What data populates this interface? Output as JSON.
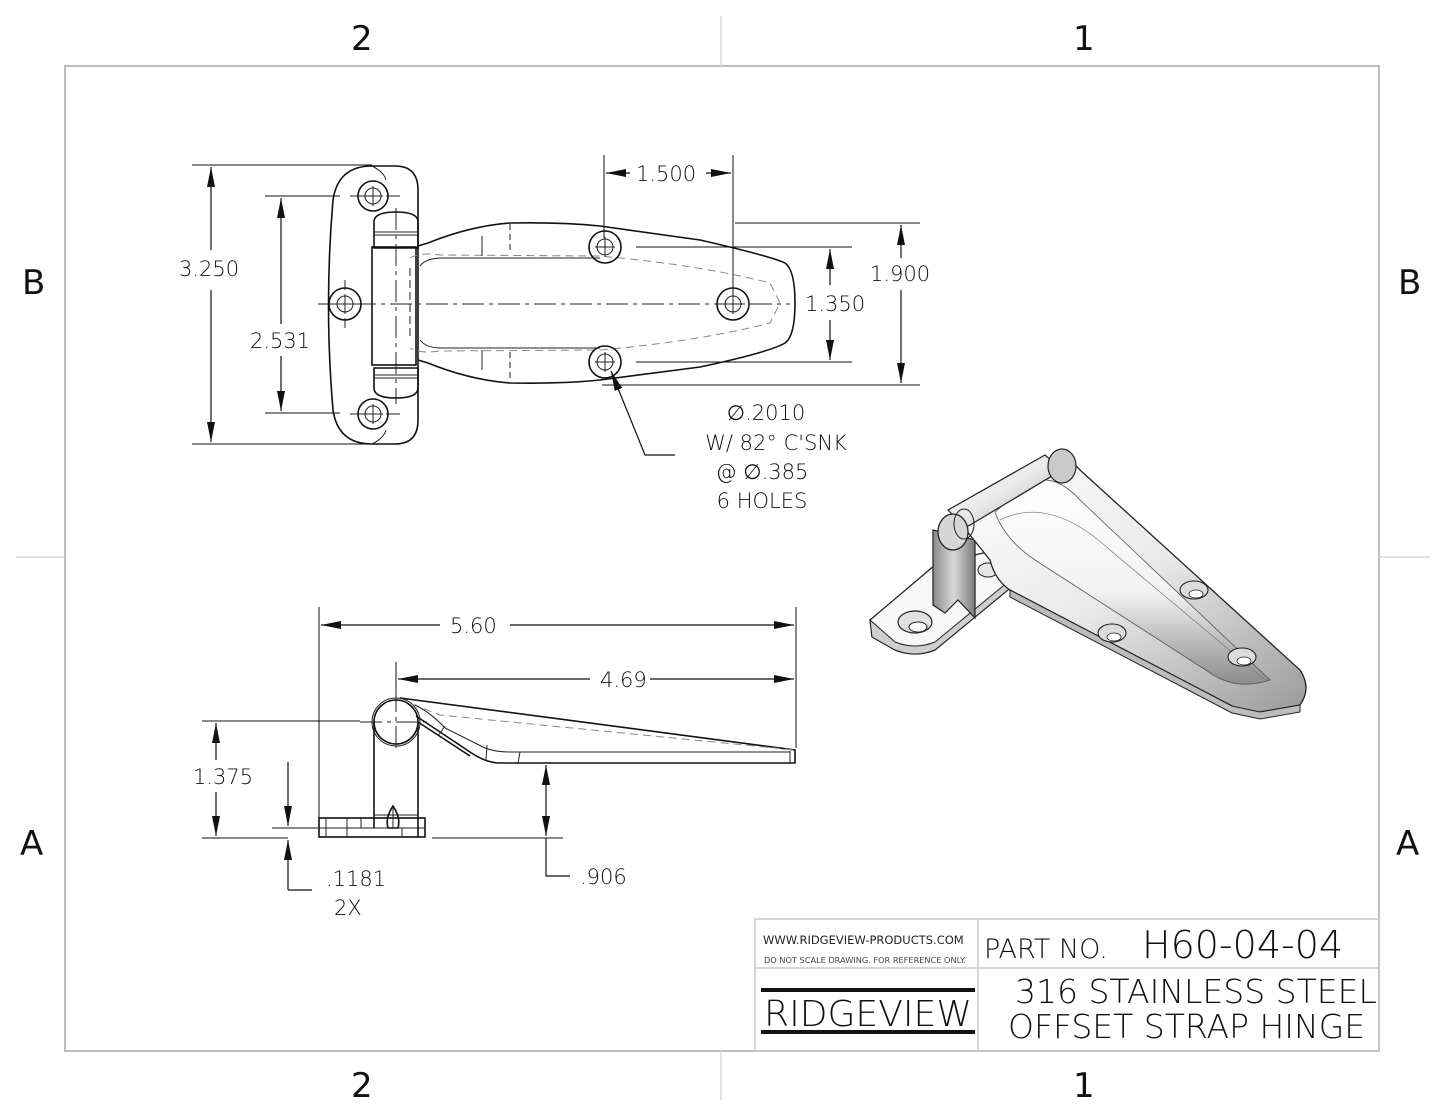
{
  "sheet": {
    "zones": {
      "columns_top": [
        "2",
        "1"
      ],
      "columns_bottom": [
        "2",
        "1"
      ],
      "rows_left": [
        "B",
        "A"
      ],
      "rows_right": [
        "B",
        "A"
      ]
    }
  },
  "top_view": {
    "dimensions": {
      "overall_height": "3.250",
      "hole_spacing_vertical": "2.531",
      "hole_spacing_horizontal": "1.500",
      "strap_hole_spacing": "1.350",
      "strap_width": "1.900"
    },
    "hole_callout": {
      "line1": "∅.2010",
      "line2": "W/ 82° C'SNK",
      "line3": "@ ∅.385",
      "line4": "6 HOLES"
    }
  },
  "side_view": {
    "dimensions": {
      "overall_length": "5.60",
      "strap_length": "4.69",
      "pin_height": "1.375",
      "thickness": ".1181",
      "thickness_qty": "2X",
      "offset": ".906"
    }
  },
  "isometric_view": {
    "description": "3D shaded isometric render of hinge"
  },
  "title_block": {
    "website": "WWW.RIDGEVIEW-PRODUCTS.COM",
    "disclaimer": "DO NOT SCALE DRAWING. FOR REFERENCE ONLY.",
    "part_no_label": "PART NO.",
    "part_no": "H60-04-04",
    "company_logo": "RIDGEVIEW",
    "description_line1": "316 STAINLESS STEEL",
    "description_line2": "OFFSET STRAP HINGE"
  }
}
